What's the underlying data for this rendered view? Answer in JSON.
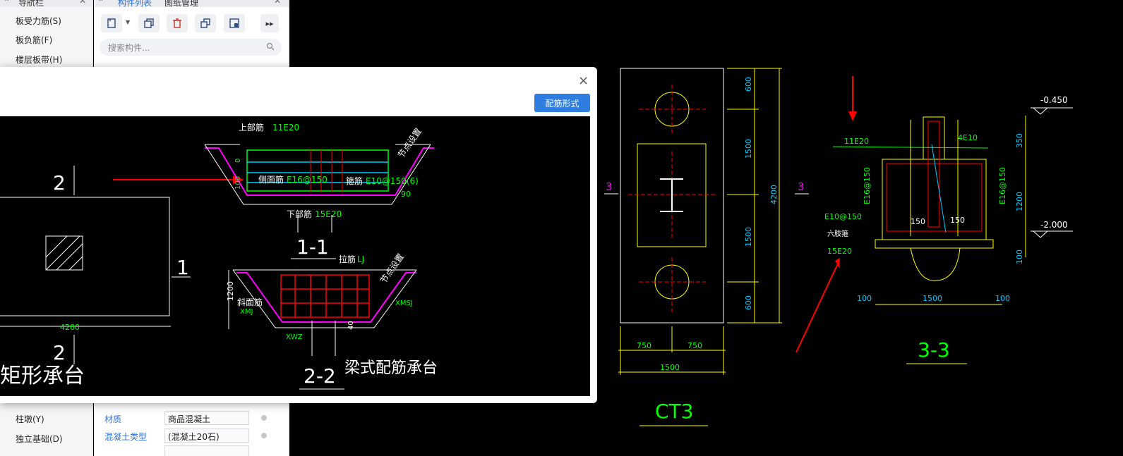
{
  "nav_panel": {
    "tab_label": "导航栏",
    "items": [
      "板受力筋(S)",
      "板负筋(F)",
      "楼层板带(H)"
    ],
    "bottom_items": [
      "柱墩(Y)",
      "独立基础(D)"
    ]
  },
  "component_panel": {
    "tabs": [
      "构件列表",
      "图纸管理"
    ],
    "search_placeholder": "搜索构件...",
    "toolbar_icons": [
      "new-component-icon",
      "copy-icon",
      "delete-icon",
      "copy-layer-icon",
      "layer-copy-icon",
      "more-icon"
    ],
    "properties": [
      {
        "label": "材质",
        "value": "商品混凝土"
      },
      {
        "label": "混凝土类型",
        "value": "(混凝土20石)"
      }
    ]
  },
  "dialog": {
    "button_label": "配筋形式",
    "close_glyph": "×",
    "drawing": {
      "rect_cap_title": "矩形承台",
      "rect_dim": "4200",
      "sec_num_top": "2",
      "sec_num_bottom": "2",
      "sec_num_right": "1",
      "top_bar_label": "上部筋",
      "top_bar_value": "11E20",
      "side_bar_label": "侧面筋",
      "side_bar_value": "E16@150",
      "stirrup_label": "箍筋",
      "stirrup_value": "E10@150(6)",
      "bottom_bar_label": "下部筋",
      "bottom_bar_value": "15E20",
      "node_setting": "节点设置",
      "angle": "90",
      "dim_0": "0",
      "dim_100": "100",
      "section_1_1": "1-1",
      "tie_label": "拉筋",
      "tie_value": "LJ",
      "slope_label": "斜面筋",
      "xmj": "XMJ",
      "xmsj": "XMSJ",
      "xwz": "XWZ",
      "dim_1200": "1200",
      "dim_40": "40",
      "section_2_2": "2-2",
      "beam_cap_title": "梁式配筋承台"
    }
  },
  "background_drawing": {
    "ct3": {
      "title": "CT3",
      "dims_right": [
        "600",
        "1500",
        "1500",
        "600"
      ],
      "total": "4200",
      "bottom_dims": [
        "750",
        "750"
      ],
      "bottom_total": "1500",
      "sec_mark": "3"
    },
    "section_3_3": {
      "title": "3-3",
      "elev_top": "-0.450",
      "elev_bottom": "-2.000",
      "top_bar": "11E20",
      "bar_4e10": "4E10",
      "side_left": "E16@150",
      "side_right": "E16@150",
      "stirrup": "E10@150",
      "six_leg": "六肢箍",
      "bottom_bar": "15E20",
      "inner_dim_a": "150",
      "inner_dim_b": "150",
      "right_dims": [
        "350",
        "1200",
        "100"
      ],
      "bottom_dims": [
        "100",
        "1500",
        "100"
      ]
    }
  }
}
